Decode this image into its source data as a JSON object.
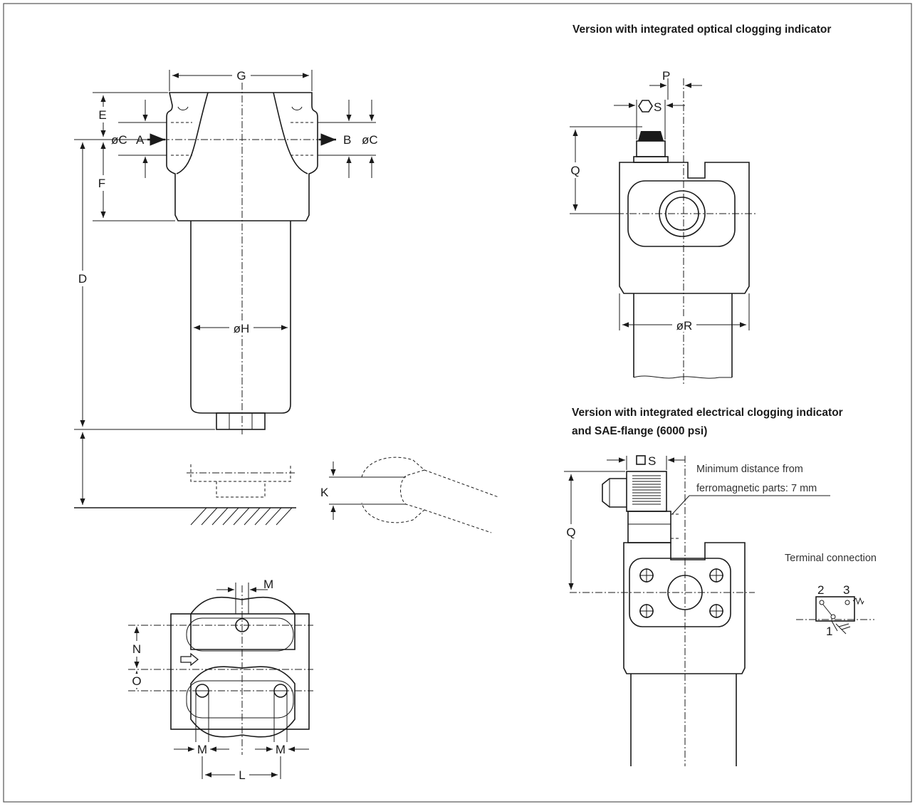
{
  "headings": {
    "optical": "Version with integrated optical clogging indicator",
    "electrical_line1": "Version with integrated electrical clogging indicator",
    "electrical_line2": "and SAE-flange (6000 psi)"
  },
  "notes": {
    "min_distance_line1": "Minimum distance from",
    "min_distance_line2": "ferromagnetic parts: 7 mm",
    "terminal": "Terminal connection"
  },
  "dimensions": {
    "G": "G",
    "E": "E",
    "C_left": "øC",
    "A": "A",
    "B": "B",
    "C_right": "øC",
    "F": "F",
    "D": "D",
    "H": "øH",
    "K": "K",
    "M_top": "M",
    "N": "N",
    "O": "O",
    "M_left": "M",
    "M_right": "M",
    "L": "L",
    "P": "P",
    "S_hex": "S",
    "Q_optical": "Q",
    "R": "øR",
    "S_square": "S",
    "Q_electrical": "Q"
  },
  "terminal_pins": {
    "pin2": "2",
    "pin3": "3",
    "pin1": "1"
  }
}
